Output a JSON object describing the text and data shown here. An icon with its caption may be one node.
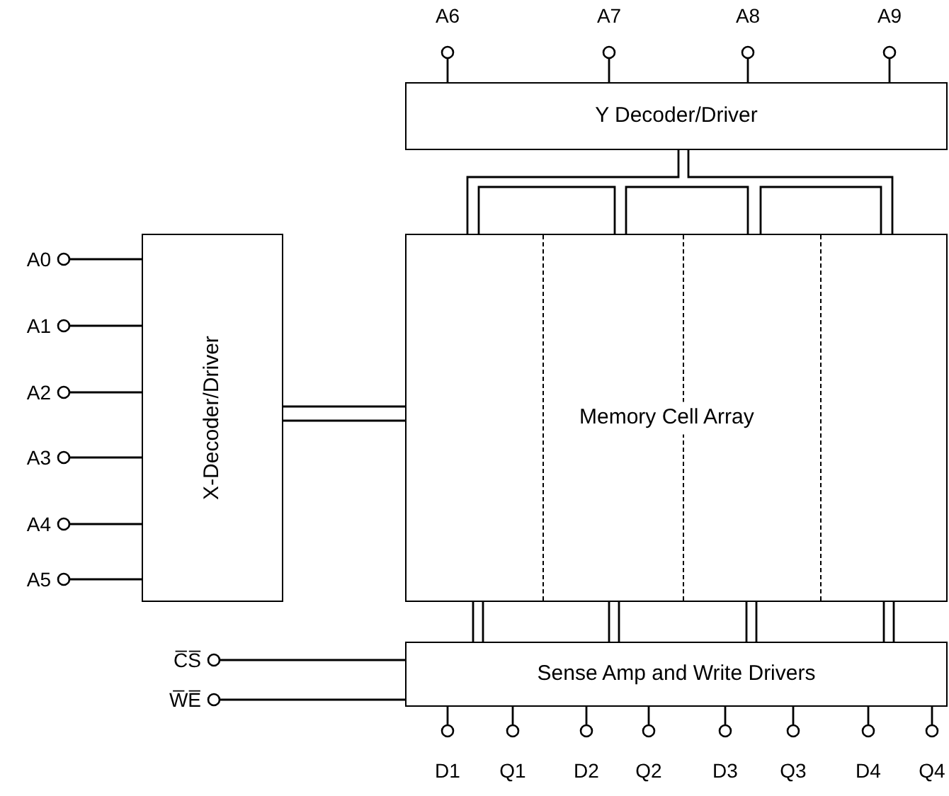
{
  "diagram": {
    "nodes": [
      {
        "text": [
          "Y Decoder/Driver"
        ]
      },
      {
        "text": [
          "X-Decoder/Driver"
        ]
      },
      {
        "text": [
          "Memory Cell Array"
        ]
      },
      {
        "text": [
          "Sense Amp and Write Drivers"
        ]
      },
      {
        "text": [
          "A0"
        ]
      },
      {
        "text": [
          "A1"
        ]
      },
      {
        "text": [
          "A2"
        ]
      },
      {
        "text": [
          "A3"
        ]
      },
      {
        "text": [
          "A4"
        ]
      },
      {
        "text": [
          "A5"
        ]
      },
      {
        "text": [
          "A6"
        ]
      },
      {
        "text": [
          "A7"
        ]
      },
      {
        "text": [
          "A8"
        ]
      },
      {
        "text": [
          "A9"
        ]
      },
      {
        "text": [
          "C̅S̅"
        ]
      },
      {
        "text": [
          "W̅E̅"
        ]
      },
      {
        "text": [
          "D1"
        ]
      },
      {
        "text": [
          "Q1"
        ]
      },
      {
        "text": [
          "D2"
        ]
      },
      {
        "text": [
          "Q2"
        ]
      },
      {
        "text": [
          "D3"
        ]
      },
      {
        "text": [
          "Q3"
        ]
      },
      {
        "text": [
          "D4"
        ]
      },
      {
        "text": [
          "Q4"
        ]
      }
    ],
    "edges": [
      {
        "from": 4,
        "to": 1,
        "arrow": "none"
      },
      {
        "from": 5,
        "to": 1,
        "arrow": "none"
      },
      {
        "from": 6,
        "to": 1,
        "arrow": "none"
      },
      {
        "from": 7,
        "to": 1,
        "arrow": "none"
      },
      {
        "from": 8,
        "to": 1,
        "arrow": "none"
      },
      {
        "from": 9,
        "to": 1,
        "arrow": "none"
      },
      {
        "from": 10,
        "to": 0,
        "arrow": "none"
      },
      {
        "from": 11,
        "to": 0,
        "arrow": "none"
      },
      {
        "from": 12,
        "to": 0,
        "arrow": "none"
      },
      {
        "from": 13,
        "to": 0,
        "arrow": "none"
      },
      {
        "from": 14,
        "to": 3,
        "arrow": "none"
      },
      {
        "from": 15,
        "to": 3,
        "arrow": "none"
      },
      {
        "from": 3,
        "to": 16,
        "arrow": "none"
      },
      {
        "from": 3,
        "to": 17,
        "arrow": "none"
      },
      {
        "from": 3,
        "to": 18,
        "arrow": "none"
      },
      {
        "from": 3,
        "to": 19,
        "arrow": "none"
      },
      {
        "from": 3,
        "to": 20,
        "arrow": "none"
      },
      {
        "from": 3,
        "to": 21,
        "arrow": "none"
      },
      {
        "from": 3,
        "to": 22,
        "arrow": "none"
      },
      {
        "from": 3,
        "to": 23,
        "arrow": "none"
      },
      {
        "from": 0,
        "to": 2,
        "arrow": "none"
      },
      {
        "from": 1,
        "to": 2,
        "arrow": "none"
      },
      {
        "from": 2,
        "to": 3,
        "arrow": "none"
      },
      {
        "from": 2,
        "to": 3,
        "arrow": "none"
      },
      {
        "from": 2,
        "to": 3,
        "arrow": "none"
      },
      {
        "from": 2,
        "to": 3,
        "arrow": "none"
      }
    ]
  }
}
